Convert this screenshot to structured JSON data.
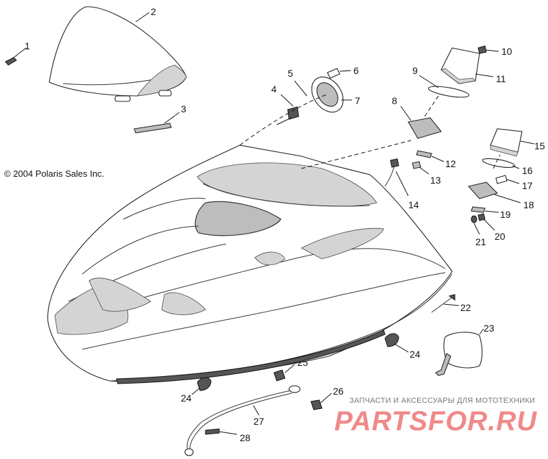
{
  "copyright": "© 2004 Polaris Sales Inc.",
  "watermark": {
    "subtitle": "ЗАПЧАСТИ И АКСЕССУАРЫ ДЛЯ МОТОТЕХНИКИ",
    "brand": "PARTSFOR.RU"
  },
  "callouts": [
    {
      "id": "1",
      "label": "1"
    },
    {
      "id": "2",
      "label": "2"
    },
    {
      "id": "3",
      "label": "3"
    },
    {
      "id": "4",
      "label": "4"
    },
    {
      "id": "5",
      "label": "5"
    },
    {
      "id": "6",
      "label": "6"
    },
    {
      "id": "7",
      "label": "7"
    },
    {
      "id": "8",
      "label": "8"
    },
    {
      "id": "9",
      "label": "9"
    },
    {
      "id": "10",
      "label": "10"
    },
    {
      "id": "11",
      "label": "11"
    },
    {
      "id": "12",
      "label": "12"
    },
    {
      "id": "13",
      "label": "13"
    },
    {
      "id": "14",
      "label": "14"
    },
    {
      "id": "15",
      "label": "15"
    },
    {
      "id": "16",
      "label": "16"
    },
    {
      "id": "17",
      "label": "17"
    },
    {
      "id": "18",
      "label": "18"
    },
    {
      "id": "19",
      "label": "19"
    },
    {
      "id": "20",
      "label": "20"
    },
    {
      "id": "21",
      "label": "21"
    },
    {
      "id": "22",
      "label": "22"
    },
    {
      "id": "23",
      "label": "23"
    },
    {
      "id": "24a",
      "label": "24"
    },
    {
      "id": "24b",
      "label": "24"
    },
    {
      "id": "25",
      "label": "25"
    },
    {
      "id": "26",
      "label": "26"
    },
    {
      "id": "27",
      "label": "27"
    },
    {
      "id": "28",
      "label": "28"
    }
  ]
}
